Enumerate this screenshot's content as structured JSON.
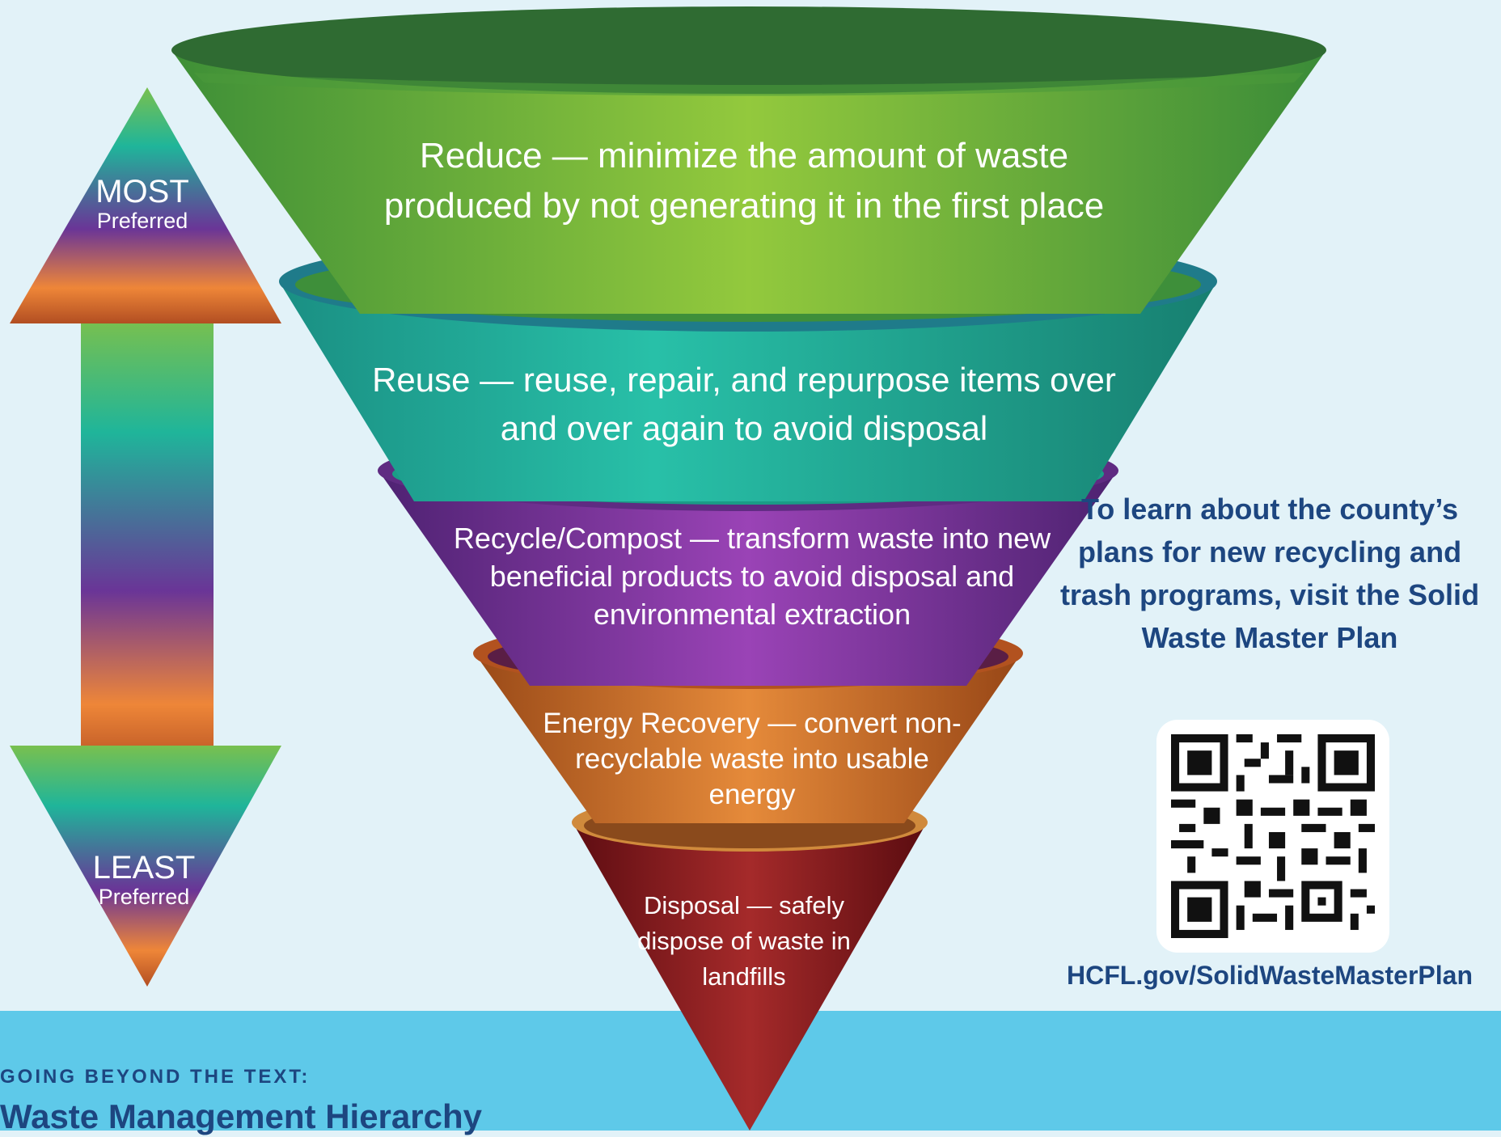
{
  "diagram": {
    "tiers": [
      {
        "name": "Reduce",
        "text": "Reduce — minimize the amount of waste produced by not generating it in the first place"
      },
      {
        "name": "Reuse",
        "text": "Reuse — reuse, repair, and repurpose items over and over again to avoid disposal"
      },
      {
        "name": "Recycle/Compost",
        "text": "Recycle/Compost — transform waste into new beneficial products to avoid disposal and environmental extraction"
      },
      {
        "name": "Energy Recovery",
        "text": "Energy Recovery — convert non-recyclable waste into usable energy"
      },
      {
        "name": "Disposal",
        "text": "Disposal — safely dispose of waste in landfills"
      }
    ],
    "tier_colors": [
      "#5fae2e",
      "#1fa890",
      "#7b3596",
      "#c8681e",
      "#8c1d1d"
    ],
    "arrow": {
      "top_label": "MOST",
      "top_sublabel": "Preferred",
      "bottom_label": "LEAST",
      "bottom_sublabel": "Preferred"
    }
  },
  "sidebar": {
    "cta": "To learn about the county’s plans for new recycling and trash programs, visit the Solid Waste Master Plan",
    "qr_icon": "qr-code-icon",
    "url": "HCFL.gov/SolidWasteMasterPlan"
  },
  "footer": {
    "kicker": "GOING BEYOND THE TEXT:",
    "title": "Waste Management Hierarchy"
  }
}
